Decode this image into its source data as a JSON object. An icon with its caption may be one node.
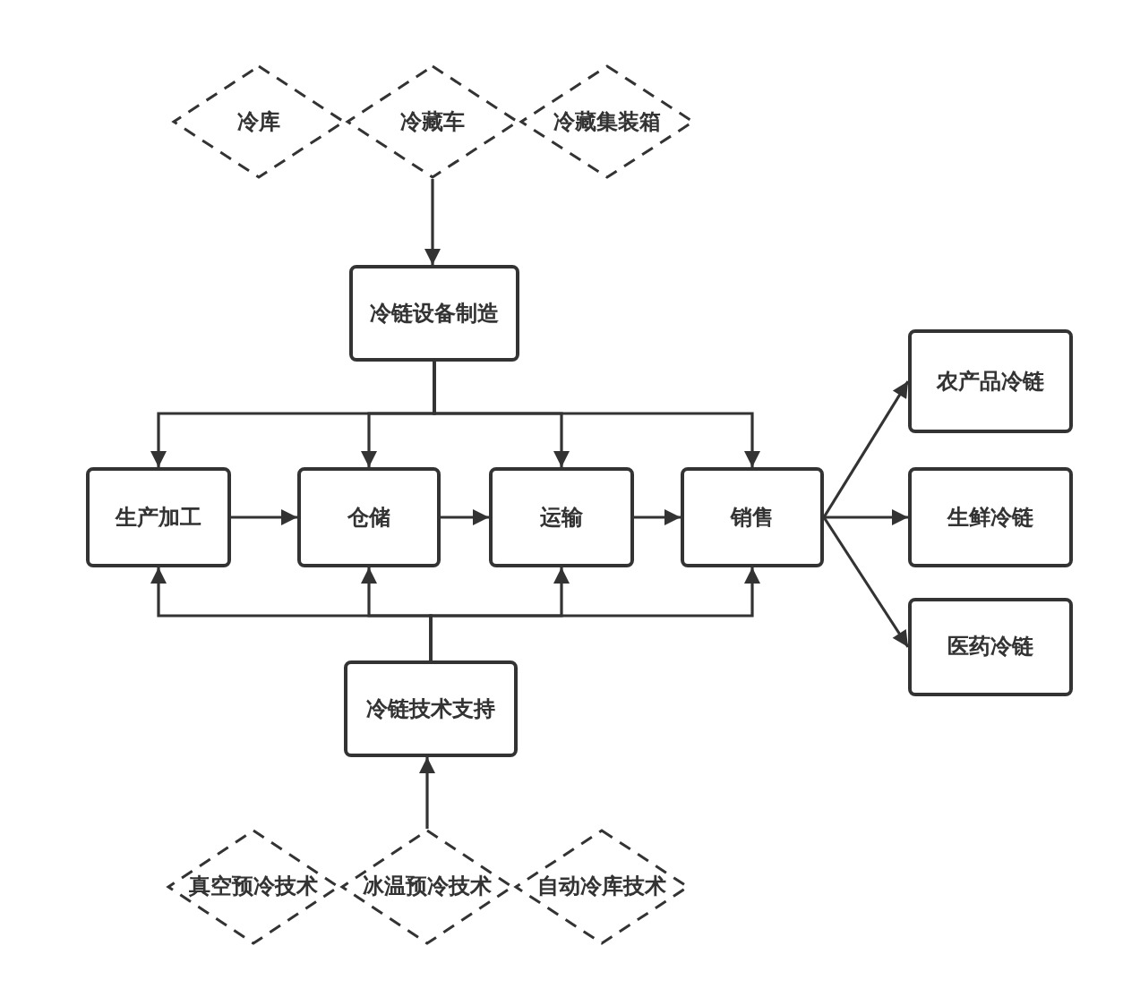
{
  "diagram": {
    "nodes": [
      {
        "text": [
          "冷库"
        ]
      },
      {
        "text": [
          "冷藏车"
        ]
      },
      {
        "text": [
          "冷藏集装箱"
        ]
      },
      {
        "text": [
          "冷链设备制造"
        ]
      },
      {
        "text": [
          "农产品冷链"
        ]
      },
      {
        "text": [
          "生产加工"
        ]
      },
      {
        "text": [
          "仓储"
        ]
      },
      {
        "text": [
          "运输"
        ]
      },
      {
        "text": [
          "销售"
        ]
      },
      {
        "text": [
          "生鲜冷链"
        ]
      },
      {
        "text": [
          "医药冷链"
        ]
      },
      {
        "text": [
          "冷链技术支持"
        ]
      },
      {
        "text": [
          "真空预冷技术"
        ]
      },
      {
        "text": [
          "冰温预冷技术"
        ]
      },
      {
        "text": [
          "自动冷库技术"
        ]
      }
    ],
    "edges": [
      {
        "from": 1,
        "to": 3,
        "arrow": "to"
      },
      {
        "from": 3,
        "to": 5,
        "arrow": "to"
      },
      {
        "from": 3,
        "to": 6,
        "arrow": "to"
      },
      {
        "from": 3,
        "to": 7,
        "arrow": "to"
      },
      {
        "from": 3,
        "to": 8,
        "arrow": "to"
      },
      {
        "from": 5,
        "to": 6,
        "arrow": "to"
      },
      {
        "from": 6,
        "to": 7,
        "arrow": "to"
      },
      {
        "from": 7,
        "to": 8,
        "arrow": "to"
      },
      {
        "from": 8,
        "to": 4,
        "arrow": "to"
      },
      {
        "from": 8,
        "to": 9,
        "arrow": "to"
      },
      {
        "from": 8,
        "to": 10,
        "arrow": "to"
      },
      {
        "from": 11,
        "to": 5,
        "arrow": "to"
      },
      {
        "from": 11,
        "to": 6,
        "arrow": "to"
      },
      {
        "from": 11,
        "to": 7,
        "arrow": "to"
      },
      {
        "from": 11,
        "to": 8,
        "arrow": "to"
      },
      {
        "from": 13,
        "to": 11,
        "arrow": "to"
      }
    ]
  }
}
